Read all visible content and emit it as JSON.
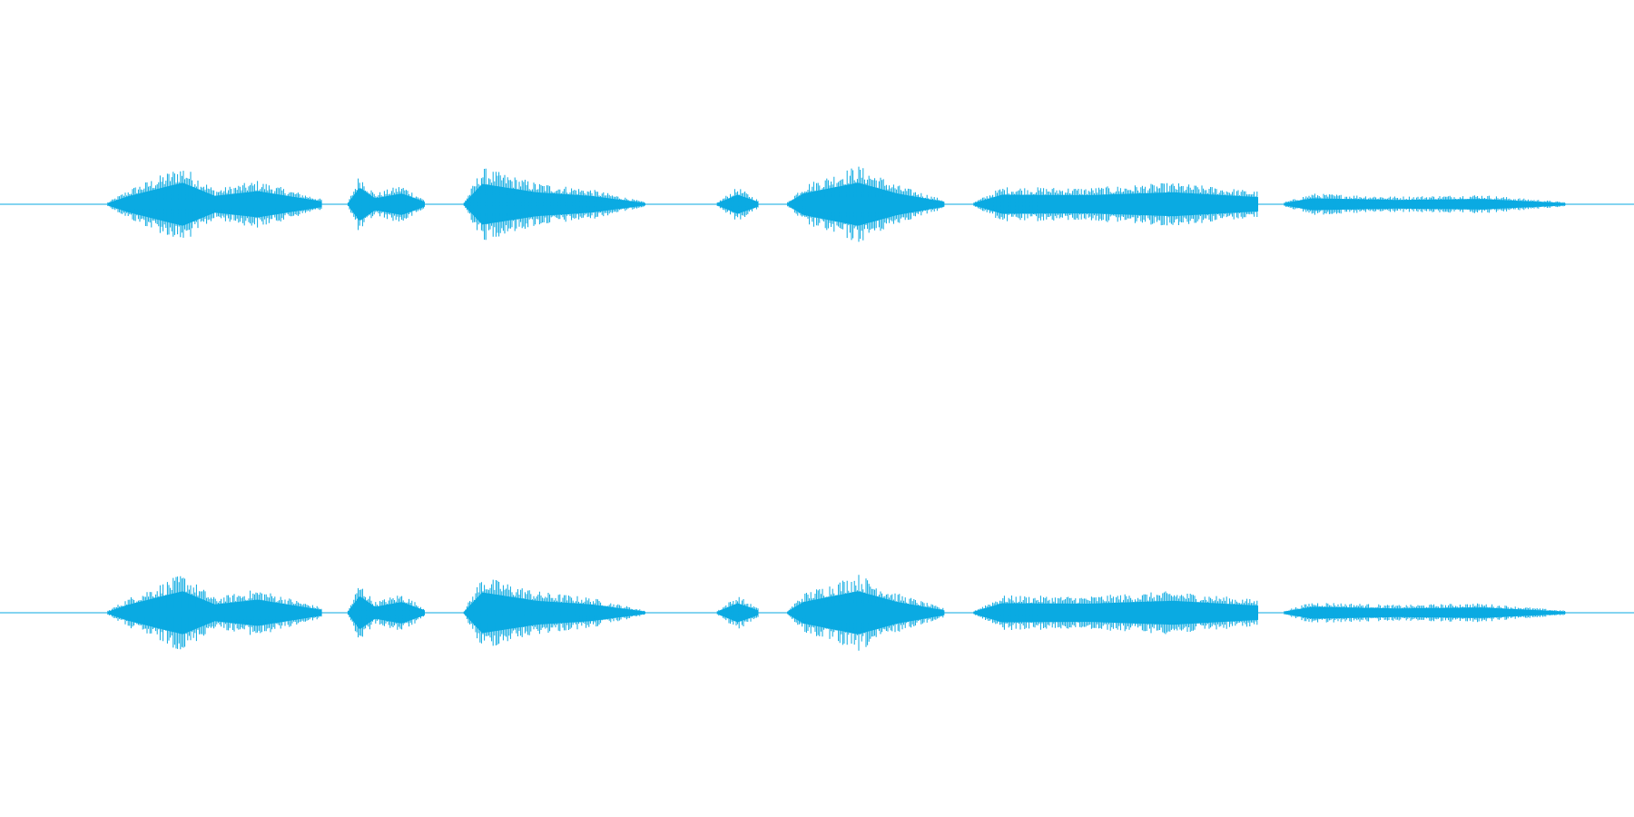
{
  "colors": {
    "background": "#ffffff",
    "waveform": "#0aaae2"
  },
  "channels": [
    {
      "name": "channel-1",
      "amplitude_scale": 1.0,
      "segments": [
        {
          "start": 0.066,
          "end": 0.197,
          "peaks": [
            [
              0.1,
              0.35
            ],
            [
              0.35,
              0.9
            ],
            [
              0.5,
              0.35
            ],
            [
              0.7,
              0.55
            ],
            [
              1.0,
              0.12
            ]
          ]
        },
        {
          "start": 0.213,
          "end": 0.26,
          "peaks": [
            [
              0.15,
              0.7
            ],
            [
              0.35,
              0.25
            ],
            [
              0.7,
              0.45
            ],
            [
              1.0,
              0.1
            ]
          ]
        },
        {
          "start": 0.284,
          "end": 0.395,
          "peaks": [
            [
              0.1,
              0.85
            ],
            [
              0.4,
              0.5
            ],
            [
              0.7,
              0.35
            ],
            [
              1.0,
              0.05
            ]
          ]
        },
        {
          "start": 0.439,
          "end": 0.464,
          "peaks": [
            [
              0.5,
              0.4
            ],
            [
              1.0,
              0.1
            ]
          ]
        },
        {
          "start": 0.482,
          "end": 0.578,
          "peaks": [
            [
              0.1,
              0.45
            ],
            [
              0.45,
              0.9
            ],
            [
              0.7,
              0.45
            ],
            [
              1.0,
              0.1
            ]
          ]
        },
        {
          "start": 0.596,
          "end": 0.77,
          "peaks": [
            [
              0.1,
              0.4
            ],
            [
              0.4,
              0.38
            ],
            [
              0.7,
              0.5
            ],
            [
              1.0,
              0.3
            ]
          ]
        },
        {
          "start": 0.786,
          "end": 0.958,
          "peaks": [
            [
              0.1,
              0.25
            ],
            [
              0.4,
              0.18
            ],
            [
              0.7,
              0.22
            ],
            [
              1.0,
              0.05
            ]
          ]
        }
      ]
    },
    {
      "name": "channel-2",
      "amplitude_scale": 1.0,
      "segments": [
        {
          "start": 0.066,
          "end": 0.197,
          "peaks": [
            [
              0.1,
              0.35
            ],
            [
              0.35,
              0.9
            ],
            [
              0.5,
              0.35
            ],
            [
              0.7,
              0.55
            ],
            [
              1.0,
              0.12
            ]
          ]
        },
        {
          "start": 0.213,
          "end": 0.26,
          "peaks": [
            [
              0.15,
              0.7
            ],
            [
              0.35,
              0.25
            ],
            [
              0.7,
              0.45
            ],
            [
              1.0,
              0.1
            ]
          ]
        },
        {
          "start": 0.284,
          "end": 0.395,
          "peaks": [
            [
              0.1,
              0.85
            ],
            [
              0.4,
              0.5
            ],
            [
              0.7,
              0.35
            ],
            [
              1.0,
              0.05
            ]
          ]
        },
        {
          "start": 0.439,
          "end": 0.464,
          "peaks": [
            [
              0.5,
              0.4
            ],
            [
              1.0,
              0.1
            ]
          ]
        },
        {
          "start": 0.482,
          "end": 0.578,
          "peaks": [
            [
              0.1,
              0.45
            ],
            [
              0.45,
              0.9
            ],
            [
              0.7,
              0.45
            ],
            [
              1.0,
              0.1
            ]
          ]
        },
        {
          "start": 0.596,
          "end": 0.77,
          "peaks": [
            [
              0.1,
              0.4
            ],
            [
              0.4,
              0.38
            ],
            [
              0.7,
              0.5
            ],
            [
              1.0,
              0.3
            ]
          ]
        },
        {
          "start": 0.786,
          "end": 0.958,
          "peaks": [
            [
              0.1,
              0.25
            ],
            [
              0.4,
              0.18
            ],
            [
              0.7,
              0.22
            ],
            [
              1.0,
              0.05
            ]
          ]
        }
      ]
    }
  ]
}
